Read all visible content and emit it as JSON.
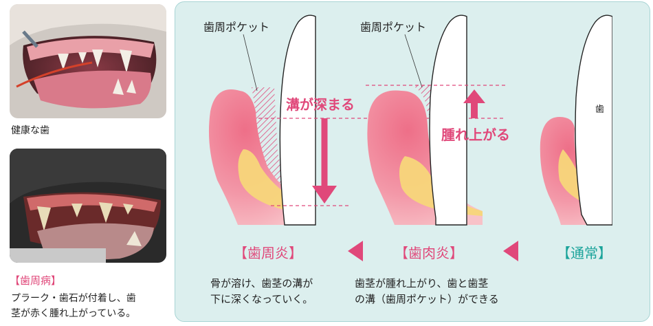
{
  "photos": {
    "healthy": {
      "caption": "健康な歯"
    },
    "disease": {
      "title": "【歯周病】",
      "desc_line1": "プラーク・歯石が付着し、歯",
      "desc_line2": "茎が赤く腫れ上がっている。"
    }
  },
  "diagram": {
    "pocket_label_left": "歯周ポケット",
    "pocket_label_mid": "歯周ポケット",
    "deepen_label": "溝が深まる",
    "swell_label": "腫れ上がる",
    "tooth_label": "歯",
    "stage_periodontitis": "【歯周炎】",
    "stage_gingivitis": "【歯肉炎】",
    "stage_normal": "【通常】",
    "desc_periodontitis_1": "骨が溶け、歯茎の溝が",
    "desc_periodontitis_2": "下に深くなっていく。",
    "desc_gingivitis_1": "歯茎が腫れ上がり、歯と歯茎",
    "desc_gingivitis_2": "の溝（歯周ポケット）ができる",
    "colors": {
      "accent_pink": "#e0487a",
      "panel_bg": "#dcefee",
      "gum": "#f08ca0",
      "bone": "#f7d67a"
    }
  }
}
